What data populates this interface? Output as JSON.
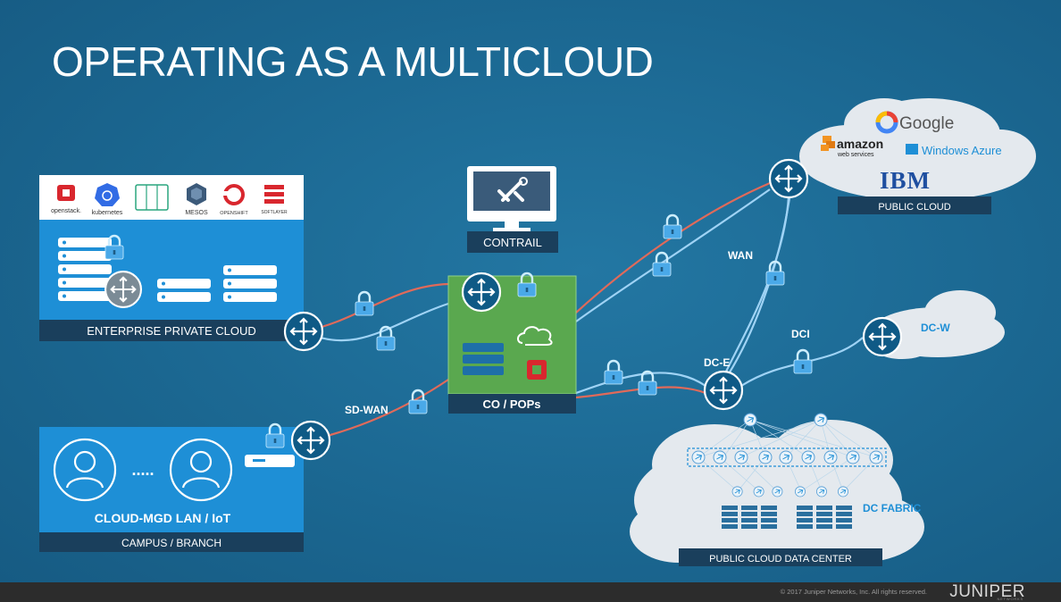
{
  "slide": {
    "title": "OPERATING AS A MULTICLOUD",
    "footer": {
      "copyright": "© 2017 Juniper Networks, Inc. All rights reserved.",
      "brand": "JUNIPER",
      "brand_sub": "NETWORKS"
    }
  },
  "enterprise": {
    "label": "ENTERPRISE PRIVATE CLOUD",
    "logos": [
      "openstack.",
      "kubernetes",
      "MESOS",
      "OPENSHIFT",
      "SOFTLAYER"
    ]
  },
  "campus": {
    "label": "CAMPUS / BRANCH",
    "sublabel": "CLOUD-MGD LAN / IoT",
    "dots": "....."
  },
  "contrail": {
    "label": "CONTRAIL"
  },
  "co_pops": {
    "label": "CO / POPs"
  },
  "public_cloud": {
    "label": "PUBLIC CLOUD",
    "vendors": {
      "google": "Google",
      "amazon": "amazon",
      "amazon_sub": "web services",
      "azure": "Windows Azure",
      "ibm": "IBM"
    }
  },
  "links": {
    "wan": "WAN",
    "sd_wan": "SD-WAN",
    "dci": "DCI",
    "dc_e": "DC-E",
    "dc_w": "DC-W"
  },
  "datacenter": {
    "label": "PUBLIC CLOUD DATA CENTER",
    "fabric": "DC FABRIC"
  },
  "colors": {
    "background": "#1b6791",
    "panel_blue": "#1e8fd6",
    "label_bar": "#1a3f5c",
    "co_green": "#5aa84f",
    "link_red": "#e06a5a",
    "link_blue": "#9fd3f5",
    "lock_blue": "#4aa9e8",
    "openstack_red": "#d9272e"
  },
  "icons": [
    "router-icon",
    "lock-icon",
    "server-icon",
    "user-icon",
    "monitor-tools-icon",
    "cloud-icon",
    "switch-icon"
  ]
}
